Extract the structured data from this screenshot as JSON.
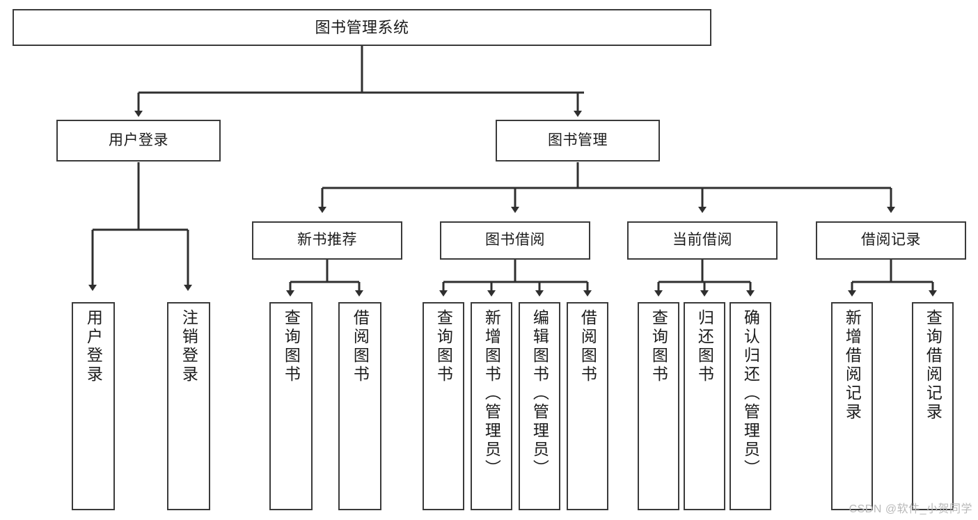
{
  "diagram": {
    "title": "图书管理系统",
    "type": "tree-hierarchy-chart",
    "watermark": "CSDN @软件_小贺同学",
    "colors": {
      "stroke": "#3a3a3a",
      "fill": "#ffffff",
      "text": "#1b1b1b",
      "watermark": "#b9b9b9"
    },
    "nodes": {
      "root": {
        "label": "图书管理系统"
      },
      "level2": [
        {
          "id": "user-login",
          "label": "用户登录"
        },
        {
          "id": "book-management",
          "label": "图书管理"
        }
      ],
      "level3": [
        {
          "id": "new-book-recommend",
          "label": "新书推荐"
        },
        {
          "id": "book-borrow",
          "label": "图书借阅"
        },
        {
          "id": "current-borrow",
          "label": "当前借阅"
        },
        {
          "id": "borrow-record",
          "label": "借阅记录"
        }
      ],
      "leaves": {
        "user_login": [
          {
            "id": "leaf-user-login",
            "label": "用户登录"
          },
          {
            "id": "leaf-logout-login",
            "label": "注销登录"
          }
        ],
        "new_book_recommend": [
          {
            "id": "leaf-query-book-1",
            "label": "查询图书"
          },
          {
            "id": "leaf-borrow-book-1",
            "label": "借阅图书"
          }
        ],
        "book_borrow": [
          {
            "id": "leaf-query-book-2",
            "label": "查询图书"
          },
          {
            "id": "leaf-add-book",
            "label": "新增图书（管理员）"
          },
          {
            "id": "leaf-edit-book",
            "label": "编辑图书（管理员）"
          },
          {
            "id": "leaf-borrow-book-2",
            "label": "借阅图书"
          }
        ],
        "current_borrow": [
          {
            "id": "leaf-query-book-3",
            "label": "查询图书"
          },
          {
            "id": "leaf-return-book",
            "label": "归还图书"
          },
          {
            "id": "leaf-confirm-return",
            "label": "确认归还（管理员）"
          }
        ],
        "borrow_record": [
          {
            "id": "leaf-add-record",
            "label": "新增借阅记录"
          },
          {
            "id": "leaf-query-record",
            "label": "查询借阅记录"
          }
        ]
      }
    }
  }
}
